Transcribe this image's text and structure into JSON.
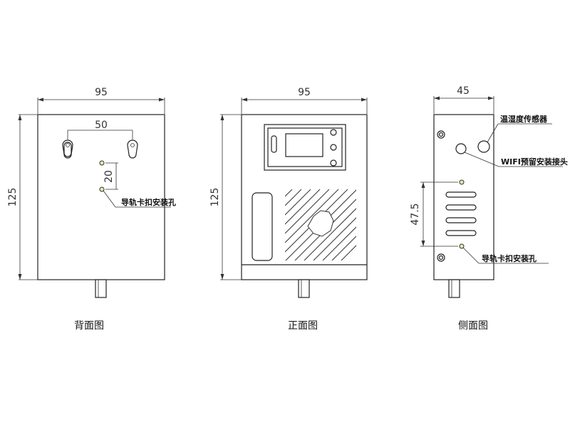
{
  "back_view": {
    "width_label": "95",
    "height_label": "125",
    "hook_spacing_label": "50",
    "hole_spacing_label": "20",
    "rail_hole_label": "导轨卡扣安装孔",
    "caption": "背面图"
  },
  "front_view": {
    "width_label": "95",
    "height_label": "125",
    "caption": "正面图"
  },
  "side_view": {
    "width_label": "45",
    "hole_spacing_label": "47.5",
    "sensor_label": "温湿度传感器",
    "wifi_label": "WIFI预留安装接头",
    "rail_hole_label": "导轨卡扣安装孔",
    "caption": "侧面图"
  }
}
